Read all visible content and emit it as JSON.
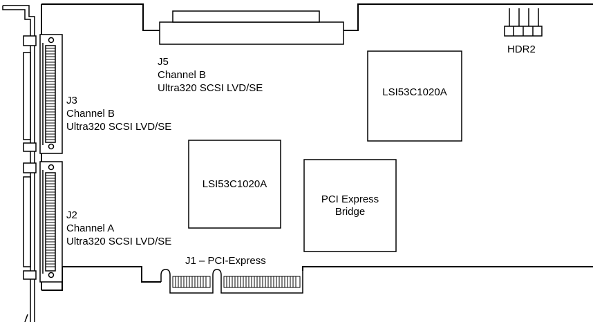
{
  "connectors": {
    "j5": {
      "ref": "J5",
      "channel": "Channel B",
      "type": "Ultra320 SCSI LVD/SE"
    },
    "j3": {
      "ref": "J3",
      "channel": "Channel B",
      "type": "Ultra320 SCSI LVD/SE"
    },
    "j2": {
      "ref": "J2",
      "channel": "Channel A",
      "type": "Ultra320 SCSI LVD/SE"
    },
    "j1": {
      "label": "J1 – PCI-Express"
    },
    "hdr2": {
      "label": "HDR2"
    }
  },
  "chips": {
    "controller_top": {
      "label": "LSI53C1020A"
    },
    "controller_mid": {
      "label": "LSI53C1020A"
    },
    "bridge": {
      "line1": "PCI Express",
      "line2": "Bridge"
    }
  },
  "colors": {
    "line": "#000000",
    "background": "#ffffff"
  }
}
